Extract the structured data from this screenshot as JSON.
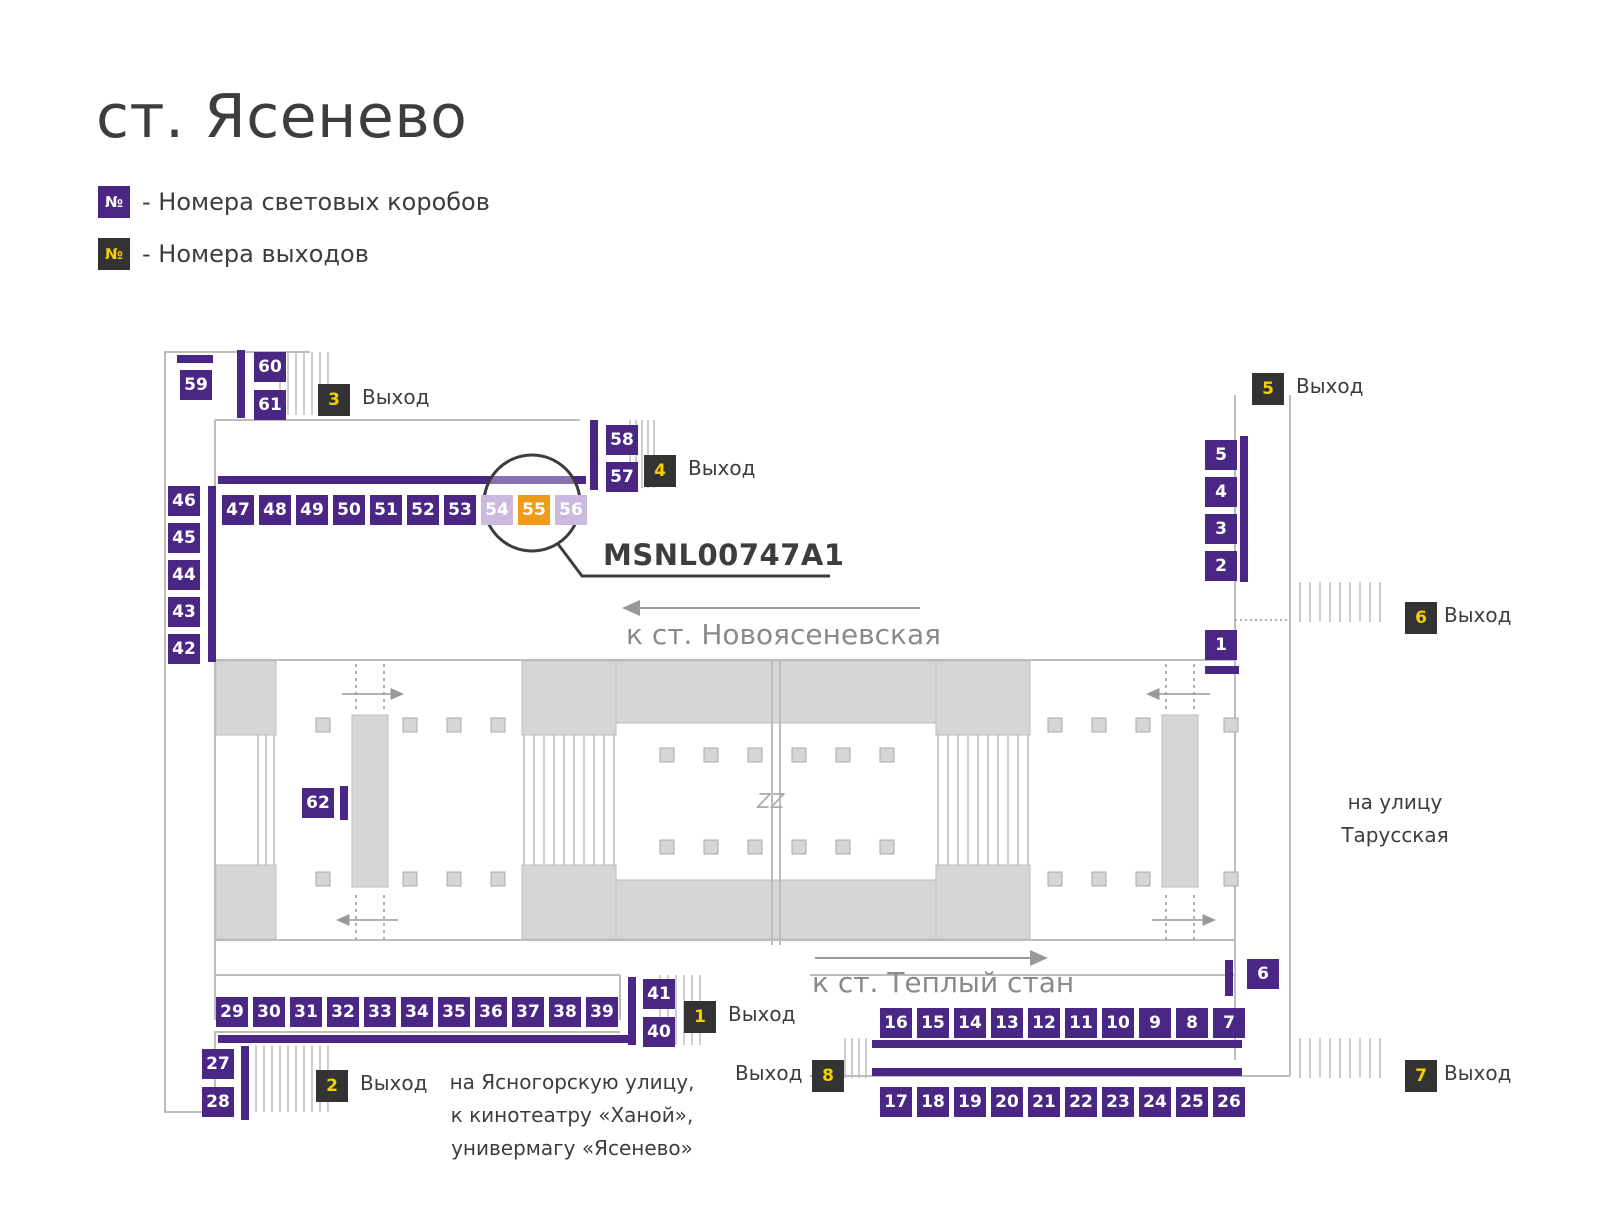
{
  "title": "ст. Ясенево",
  "legend": {
    "boxes_symbol": "№",
    "boxes_text": "- Номера световых коробов",
    "exits_symbol": "№",
    "exits_text": "- Номера выходов"
  },
  "colors": {
    "box": "#4a2785",
    "box_faded": "#cbb9de",
    "box_highlight": "#f09a1a",
    "exit_badge": "#333333",
    "exit_number": "#f5d000"
  },
  "selected_code": "MSNL00747A1",
  "selected_box": "55",
  "directions": {
    "north": "к ст. Новоясеневская",
    "south": "к ст. Теплый стан"
  },
  "notes": {
    "east": [
      "на улицу",
      "Тарусская"
    ],
    "south": [
      "на Ясногорскую улицу,",
      "к кинотеатру «Ханой»,",
      "универмагу «Ясенево»"
    ]
  },
  "exit_label": "Выход",
  "exits": [
    "1",
    "2",
    "3",
    "4",
    "5",
    "6",
    "7",
    "8"
  ],
  "light_boxes": [
    "1",
    "2",
    "3",
    "4",
    "5",
    "6",
    "7",
    "8",
    "9",
    "10",
    "11",
    "12",
    "13",
    "14",
    "15",
    "16",
    "17",
    "18",
    "19",
    "20",
    "21",
    "22",
    "23",
    "24",
    "25",
    "26",
    "27",
    "28",
    "29",
    "30",
    "31",
    "32",
    "33",
    "34",
    "35",
    "36",
    "37",
    "38",
    "39",
    "40",
    "41",
    "42",
    "43",
    "44",
    "45",
    "46",
    "47",
    "48",
    "49",
    "50",
    "51",
    "52",
    "53",
    "54",
    "55",
    "56",
    "57",
    "58",
    "59",
    "60",
    "61",
    "62"
  ],
  "faded_boxes": [
    "54",
    "56"
  ]
}
